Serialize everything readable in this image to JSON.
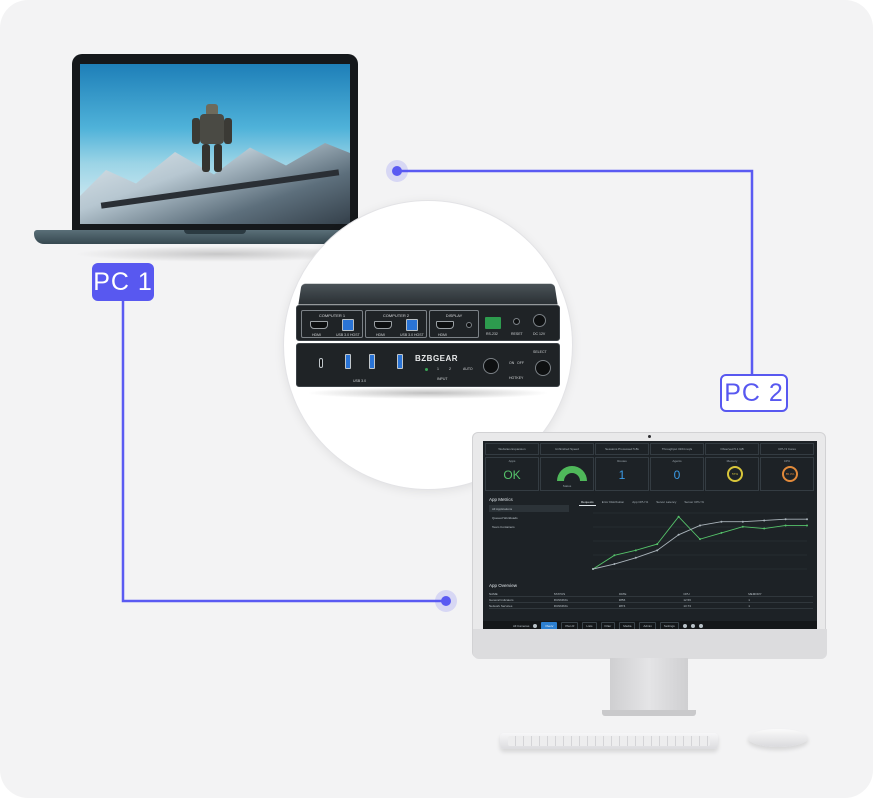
{
  "labels": {
    "pc1": "PC 1",
    "pc2": "PC 2"
  },
  "colors": {
    "accent": "#5858f0",
    "line": "#5a5af2",
    "background": "#f3f3f4"
  },
  "kvm": {
    "brand": "BZBGEAR",
    "back_sections": [
      "COMPUTER 1",
      "COMPUTER 2",
      "DISPLAY"
    ],
    "back_ports": [
      "HDMI",
      "USB 3.0 HOST",
      "HDMI",
      "USB 3.0 HOST",
      "HDMI",
      "RS-232",
      "RESET",
      "DC 12V"
    ],
    "front_labels": [
      "USB 3.0",
      "INPUT",
      "AUTO",
      "HOTKEY",
      "SELECT",
      "ON",
      "OFF"
    ],
    "input_numbers": [
      "1",
      "2"
    ]
  },
  "dashboard": {
    "top_cells": [
      "Websites Expansion",
      "Unfinished Speed",
      "Sessions Processed 5.8k",
      "Throughput 3164 req/s",
      "Observed 5.1 GB",
      "CPU 3 Cores"
    ],
    "stats": [
      {
        "head": "Apps",
        "value": "OK"
      },
      {
        "head": "",
        "value": ""
      },
      {
        "head": "Routes",
        "value": "1"
      },
      {
        "head": "Agents",
        "value": "0"
      },
      {
        "head": "Memory",
        "value": "57%"
      },
      {
        "head": "CPU",
        "value": "85.3%"
      }
    ],
    "gauge_label": "Status",
    "section_title": "App Metrics",
    "side_items": [
      "All Applications",
      "Queued Workloads",
      "Team Containers"
    ],
    "tabs": [
      "Requests",
      "Error Distribution",
      "App CPU %",
      "Server Latency",
      "Server CPU %"
    ],
    "overview_title": "App Overview",
    "table_headers": [
      "NAME",
      "STATUS",
      "RATE",
      "CPU",
      "MEMORY"
    ],
    "table_rows": [
      [
        "General Indicators",
        "RUNNING",
        "3856",
        "12.56",
        "1"
      ],
      [
        "Network Services",
        "RUNNING",
        "2874",
        "13.73",
        "1"
      ]
    ],
    "bar_search": "All Cameras",
    "bar_buttons": [
      "Overv",
      "Plan R",
      "Lists",
      "Filter",
      "Media",
      "Admin",
      "Settings"
    ]
  },
  "chart_data": {
    "type": "line",
    "series": [
      {
        "values": [
          0.0,
          2.2,
          3.0,
          4.0,
          8.4,
          4.8,
          5.8,
          6.8,
          6.5,
          7.0,
          7.0
        ]
      },
      {
        "values": [
          0.0,
          0.8,
          1.8,
          3.0,
          5.5,
          7.0,
          7.6,
          7.6,
          7.8,
          8.0,
          8.0
        ]
      }
    ],
    "colors": [
      "#55c26a",
      "#a9b3ba"
    ]
  }
}
